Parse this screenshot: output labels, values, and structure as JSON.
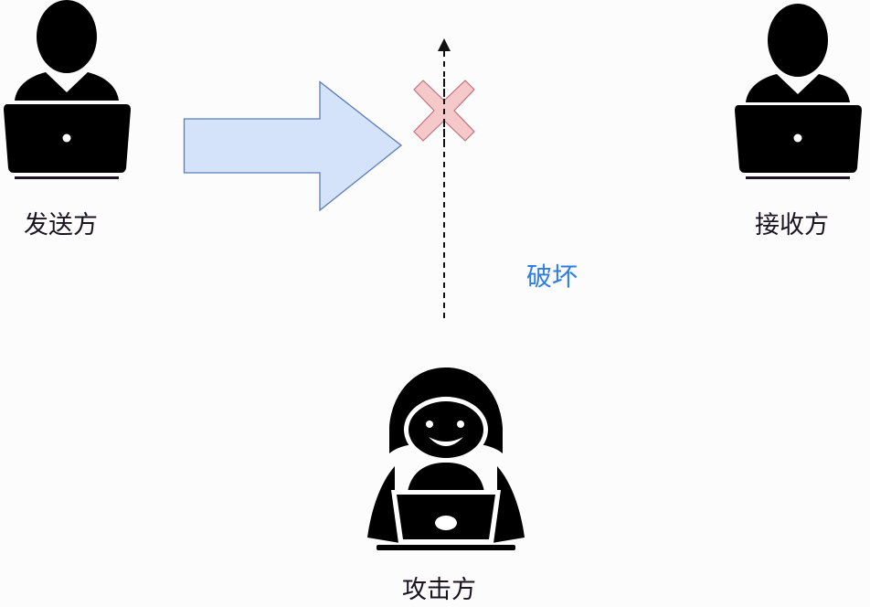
{
  "diagram": {
    "title": "",
    "nodes": {
      "sender": {
        "label": "发送方",
        "icon": "user-laptop-icon"
      },
      "receiver": {
        "label": "接收方",
        "icon": "user-laptop-icon"
      },
      "attacker": {
        "label": "攻击方",
        "icon": "hooded-hacker-laptop-icon"
      }
    },
    "edges": {
      "message_arrow": {
        "from": "sender",
        "toward": "receiver",
        "style": "block-arrow",
        "blocked": true
      },
      "attack_line": {
        "from": "attacker",
        "direction": "up",
        "style": "dashed-arrow",
        "label": "破坏"
      }
    },
    "action_label": "破坏",
    "blocked_marker": "x-mark-icon"
  },
  "colors": {
    "background": "#fcfcfd",
    "icon_fill": "#000000",
    "arrow_fill": "#d4e3fa",
    "arrow_stroke": "#5b7bb8",
    "x_fill": "#f5c9c9",
    "x_stroke": "#c0707a",
    "action_text": "#2f7de0",
    "label_text": "#1a1320"
  }
}
